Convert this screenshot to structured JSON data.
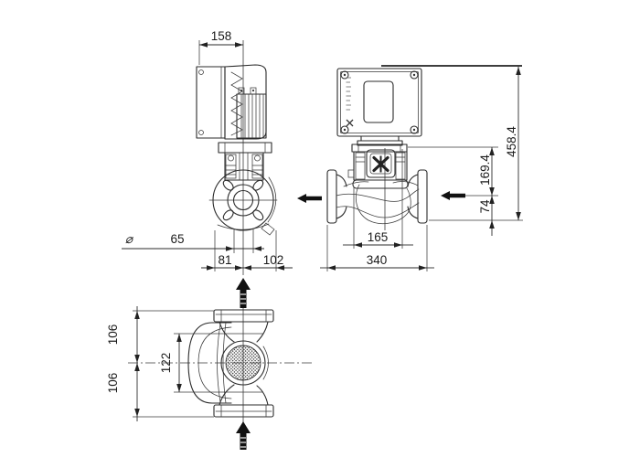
{
  "meta": {
    "description": "Technical dimensional drawing of an inline centrifugal pump with motor, three orthographic views",
    "background_color": "#ffffff",
    "line_color": "#2b2b2b"
  },
  "dimensions": {
    "side_view": {
      "motor_width": "158",
      "diameter_symbol": "⌀",
      "port_diameter": "65",
      "center_to_left": "81",
      "center_to_right": "102"
    },
    "front_view": {
      "overall_height": "458.4",
      "head_top_to_port_center": "169.4",
      "port_center_to_base": "74",
      "head_width": "165",
      "flange_to_flange_length": "340"
    },
    "top_view": {
      "center_to_front": "106",
      "center_to_back": "106",
      "housing_width": "122"
    }
  },
  "icons": {
    "flow_direction": "left",
    "vertical_flow_direction": "up"
  }
}
